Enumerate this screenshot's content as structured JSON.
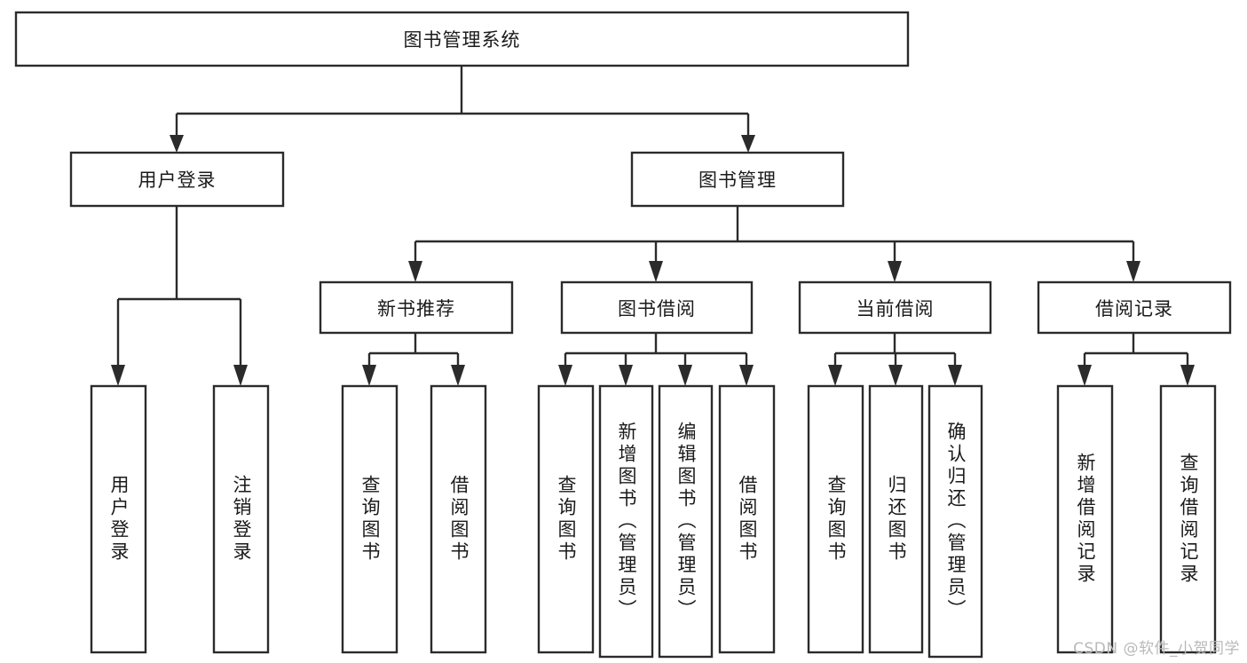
{
  "diagram": {
    "type": "tree-hierarchy-chart",
    "title": "图书管理系统",
    "orientation": "top-down",
    "background_color": "#ffffff",
    "box_fill": "#ffffff",
    "box_stroke": "#2b2b2b",
    "text_color": "#1a1a1a",
    "root": {
      "id": "root",
      "label": "图书管理系统",
      "text_direction": "horizontal"
    },
    "level2": [
      {
        "id": "user-login",
        "label": "用户登录",
        "text_direction": "horizontal"
      },
      {
        "id": "book-management",
        "label": "图书管理",
        "text_direction": "horizontal"
      }
    ],
    "level3": [
      {
        "id": "new-book-recommend",
        "label": "新书推荐",
        "text_direction": "horizontal",
        "parent": "book-management"
      },
      {
        "id": "book-borrow",
        "label": "图书借阅",
        "text_direction": "horizontal",
        "parent": "book-management"
      },
      {
        "id": "current-borrow",
        "label": "当前借阅",
        "text_direction": "horizontal",
        "parent": "book-management"
      },
      {
        "id": "borrow-record",
        "label": "借阅记录",
        "text_direction": "horizontal",
        "parent": "book-management"
      }
    ],
    "leaves": [
      {
        "id": "leaf-user-login",
        "label": "用户登录",
        "text_direction": "vertical",
        "parent": "user-login"
      },
      {
        "id": "leaf-logout",
        "label": "注销登录",
        "text_direction": "vertical",
        "parent": "user-login"
      },
      {
        "id": "leaf-query-book-1",
        "label": "查询图书",
        "text_direction": "vertical",
        "parent": "new-book-recommend"
      },
      {
        "id": "leaf-borrow-book-1",
        "label": "借阅图书",
        "text_direction": "vertical",
        "parent": "new-book-recommend"
      },
      {
        "id": "leaf-query-book-2",
        "label": "查询图书",
        "text_direction": "vertical",
        "parent": "book-borrow"
      },
      {
        "id": "leaf-add-book",
        "label": "新增图书（管理员）",
        "text_direction": "vertical",
        "parent": "book-borrow"
      },
      {
        "id": "leaf-edit-book",
        "label": "编辑图书（管理员）",
        "text_direction": "vertical",
        "parent": "book-borrow"
      },
      {
        "id": "leaf-borrow-book-2",
        "label": "借阅图书",
        "text_direction": "vertical",
        "parent": "book-borrow"
      },
      {
        "id": "leaf-query-book-3",
        "label": "查询图书",
        "text_direction": "vertical",
        "parent": "current-borrow"
      },
      {
        "id": "leaf-return-book",
        "label": "归还图书",
        "text_direction": "vertical",
        "parent": "current-borrow"
      },
      {
        "id": "leaf-confirm-return",
        "label": "确认归还（管理员）",
        "text_direction": "vertical",
        "parent": "current-borrow"
      },
      {
        "id": "leaf-add-record",
        "label": "新增借阅记录",
        "text_direction": "vertical",
        "parent": "borrow-record"
      },
      {
        "id": "leaf-query-record",
        "label": "查询借阅记录",
        "text_direction": "vertical",
        "parent": "borrow-record"
      }
    ]
  },
  "watermark": {
    "text": "CSDN @软件_小贺同学"
  }
}
